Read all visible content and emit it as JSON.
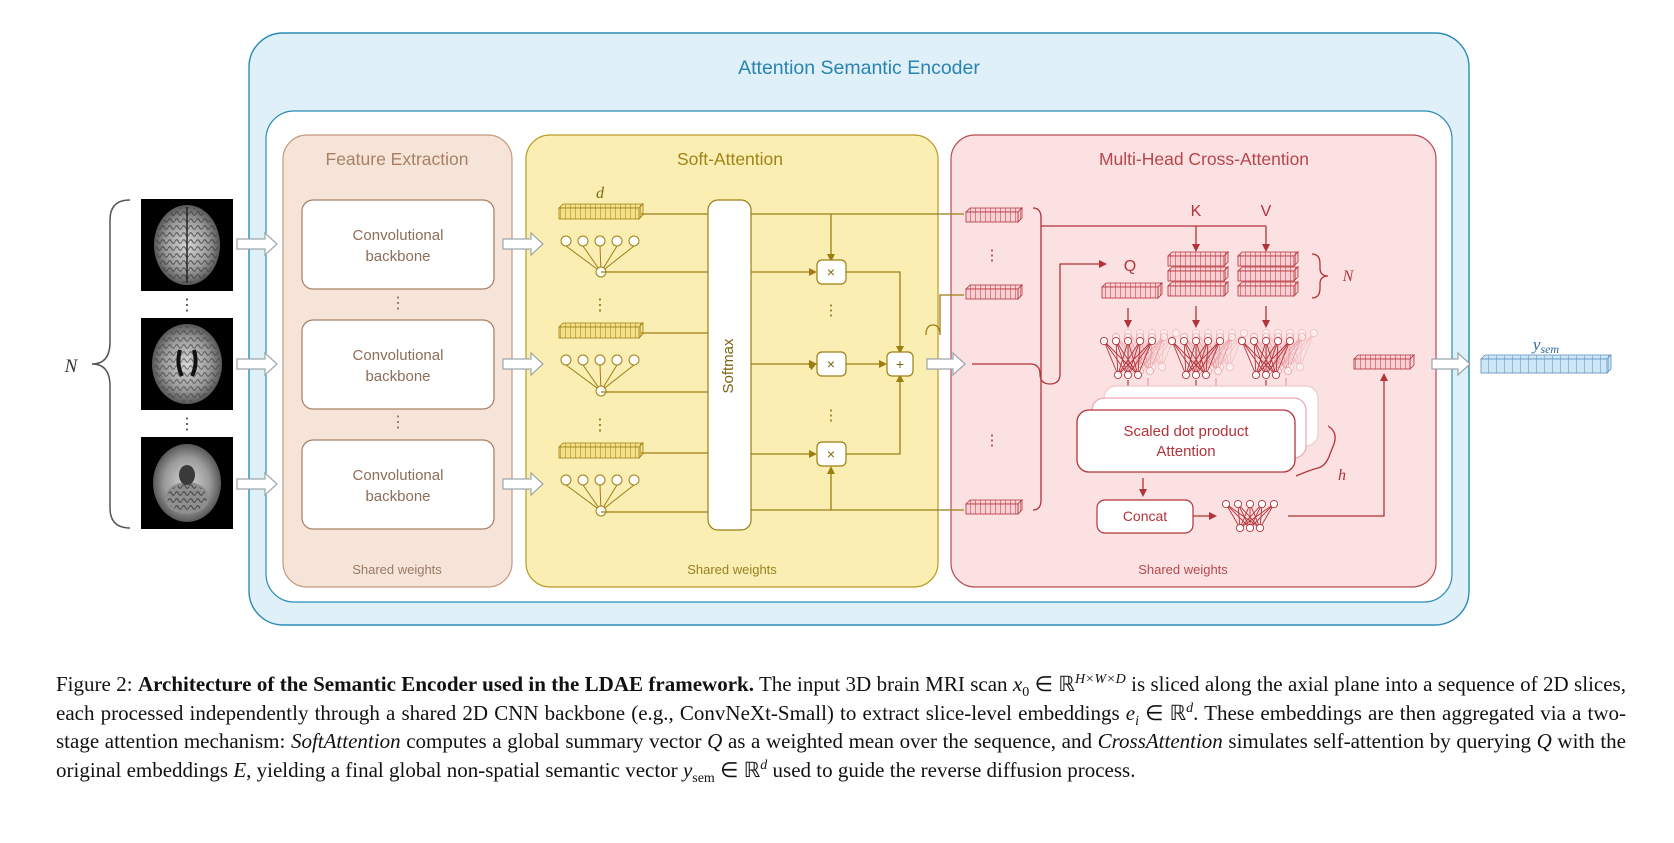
{
  "outer_title": "Attention Semantic Encoder",
  "sections": {
    "feature": {
      "title": "Feature Extraction",
      "backbone_label_line1": "Convolutional",
      "backbone_label_line2": "backbone",
      "footer": "Shared weights"
    },
    "soft": {
      "title": "Soft-Attention",
      "softmax_label": "Softmax",
      "d_label": "d",
      "mult_symbol": "×",
      "plus_symbol": "+",
      "footer": "Shared weights"
    },
    "cross": {
      "title": "Multi-Head Cross-Attention",
      "q_label": "Q",
      "k_label": "K",
      "v_label": "V",
      "n_label": "N",
      "h_label": "h",
      "sdpa_line1": "Scaled dot product",
      "sdpa_line2": "Attention",
      "concat_label": "Concat",
      "footer": "Shared weights"
    }
  },
  "input_n_label": "N",
  "output_label": "y",
  "output_sub": "sem",
  "colors": {
    "outer_fill": "#dff0f9",
    "outer_stroke": "#2b8cb5",
    "feature_fill": "#f6e4d8",
    "feature_stroke": "#c29a80",
    "soft_fill": "#fbeeb2",
    "soft_stroke": "#b99a22",
    "cross_fill": "#fbe1e1",
    "cross_stroke": "#b84a4f"
  },
  "caption": {
    "prefix": "Figure 2: ",
    "bold": "Architecture of the Semantic Encoder used in the LDAE framework.",
    "p1": " The input 3D brain MRI scan ",
    "x0": "x",
    "x0_sub": "0",
    "in_r": " ∈ ℝ",
    "hwd_sup": "H×W×D",
    "p2": " is sliced along the axial plane into a sequence of 2D slices, each processed independently through a shared 2D CNN backbone (e.g., ConvNeXt-Small) to extract slice-level embeddings ",
    "ei": "e",
    "ei_sub": "i",
    "in_r2": " ∈ ℝ",
    "d_sup": "d",
    "p3": ". These embeddings are then aggregated via a two-stage attention mechanism: ",
    "soft_it": "SoftAttention",
    "p4": " computes a global summary vector ",
    "q_it": "Q",
    "p5": " as a weighted mean over the sequence, and ",
    "cross_it": "CrossAttention",
    "p6": " simulates self-attention by querying ",
    "q_it2": "Q",
    "p7": " with the original embeddings ",
    "e_it": "E",
    "p8": ", yielding a final global non-spatial semantic vector ",
    "ysem": "y",
    "ysem_sub": "sem",
    "in_r3": " ∈ ℝ",
    "d_sup2": "d",
    "p9": " used to guide the reverse diffusion process."
  }
}
